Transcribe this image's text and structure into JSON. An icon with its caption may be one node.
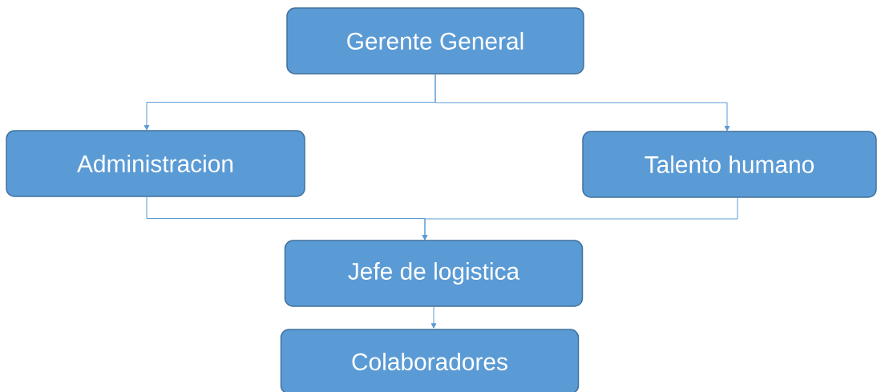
{
  "diagram": {
    "nodes": [
      {
        "text": [
          "Gerente General"
        ]
      },
      {
        "text": [
          "Administracion"
        ]
      },
      {
        "text": [
          "Talento humano"
        ]
      },
      {
        "text": [
          "Jefe de logistica"
        ]
      },
      {
        "text": [
          "Colaboradores"
        ]
      }
    ],
    "edges": [
      {
        "from": 0,
        "to": 1,
        "arrow": "to"
      },
      {
        "from": 0,
        "to": 2,
        "arrow": "to"
      },
      {
        "from": 1,
        "to": 3,
        "arrow": "to"
      },
      {
        "from": 2,
        "to": 3,
        "arrow": "to"
      },
      {
        "from": 3,
        "to": 4,
        "arrow": "to"
      }
    ]
  }
}
